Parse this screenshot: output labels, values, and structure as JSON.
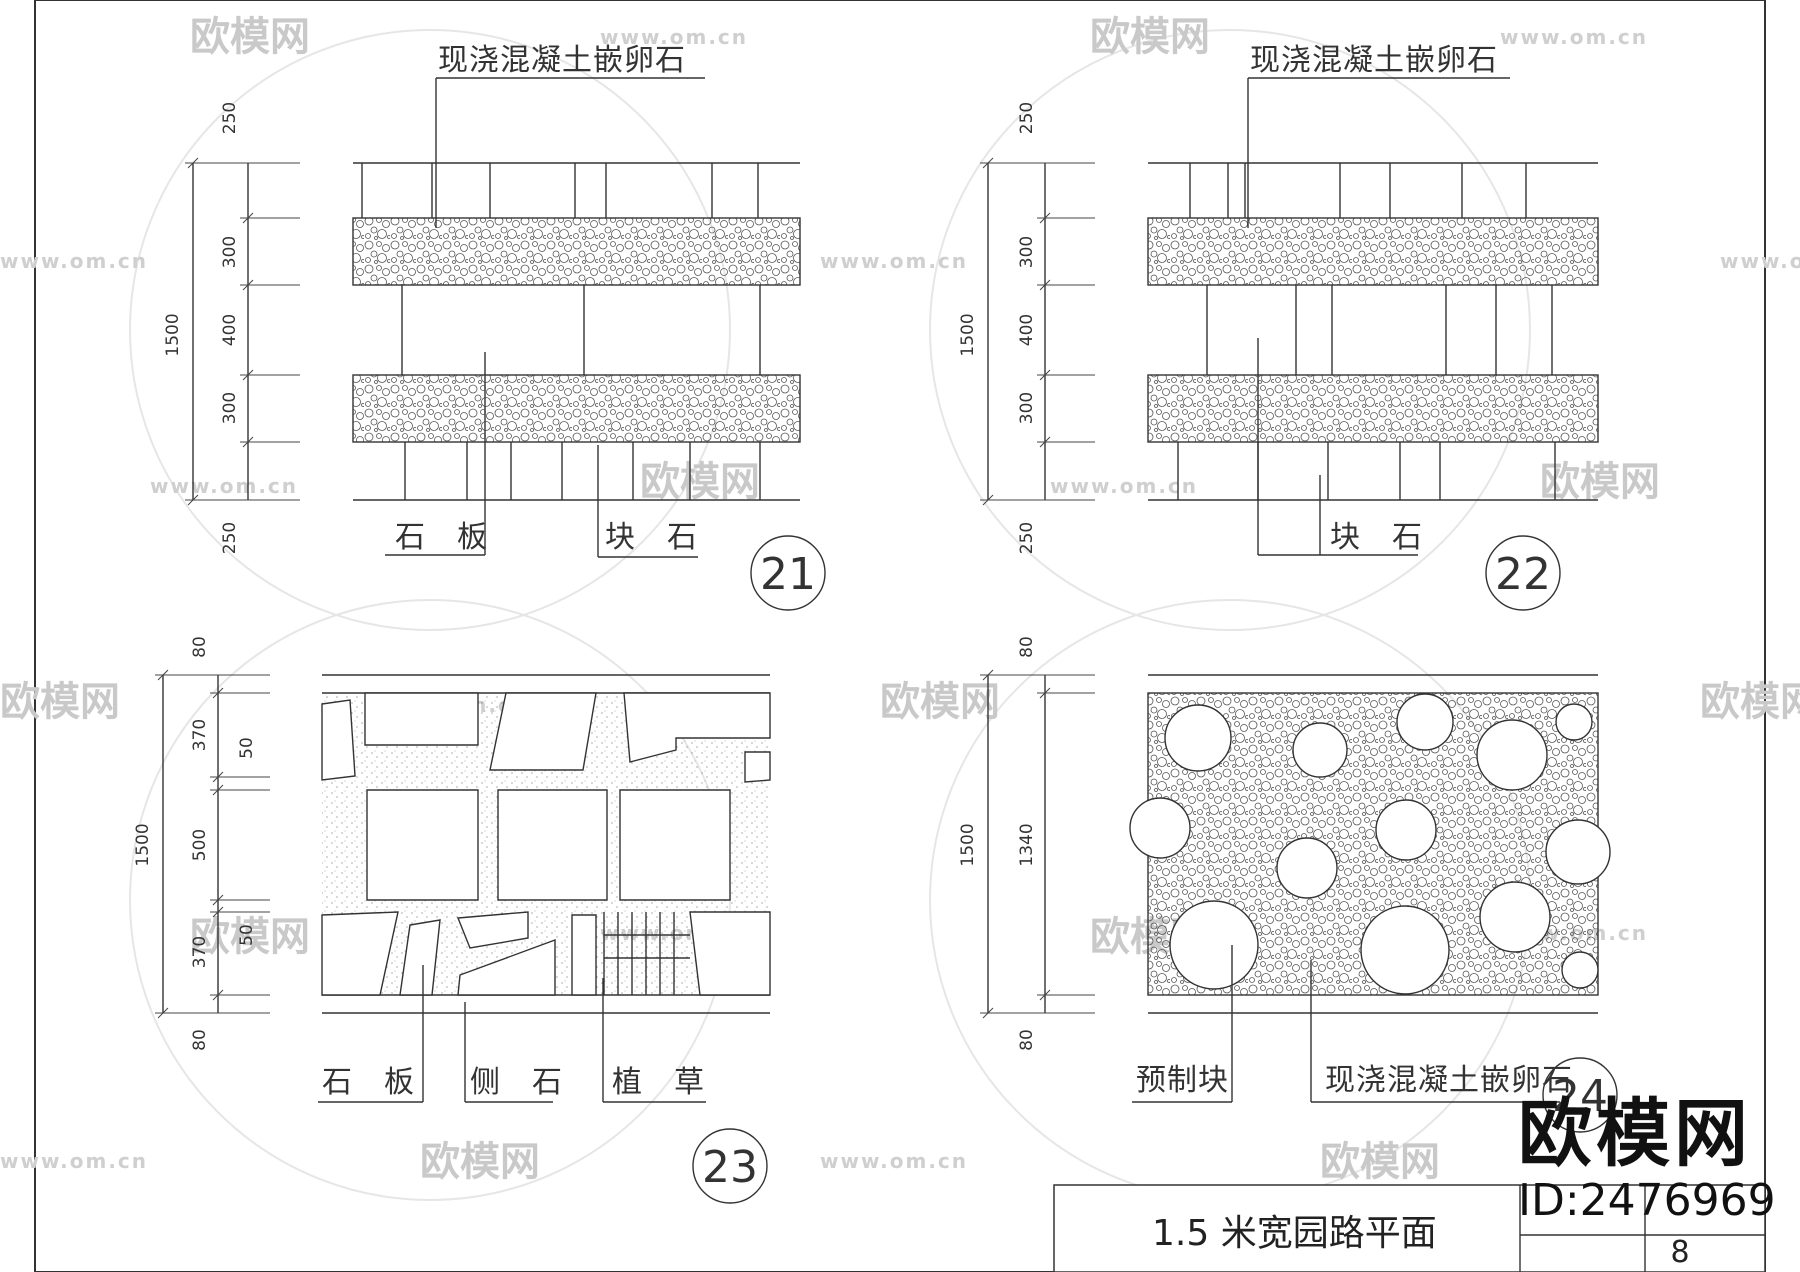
{
  "watermark": {
    "logo": "欧模网",
    "url": "www.om.cn"
  },
  "details": [
    {
      "number": "21",
      "top_label": "现浇混凝土嵌卵石",
      "bottom_labels": [
        "石　板",
        "块　石"
      ],
      "dims": [
        "250",
        "300",
        "400",
        "300",
        "250"
      ],
      "total": "1500"
    },
    {
      "number": "22",
      "top_label": "现浇混凝土嵌卵石",
      "bottom_labels": [
        "块　石"
      ],
      "dims": [
        "250",
        "300",
        "400",
        "300",
        "250"
      ],
      "total": "1500"
    },
    {
      "number": "23",
      "bottom_labels": [
        "石　板",
        "侧　石",
        "植　草"
      ],
      "dims": [
        "80",
        "370",
        "50",
        "500",
        "50",
        "370",
        "80"
      ],
      "total": "1500"
    },
    {
      "number": "24",
      "bottom_labels": [
        "预制块",
        "现浇混凝土嵌卵石"
      ],
      "dims": [
        "80",
        "1340",
        "80"
      ],
      "total": "1500"
    }
  ],
  "title_block": {
    "title": "1.5 米宽园路平面",
    "sheet_number": "8"
  },
  "brand": {
    "logo": "欧模网",
    "id": "ID:2476969"
  }
}
